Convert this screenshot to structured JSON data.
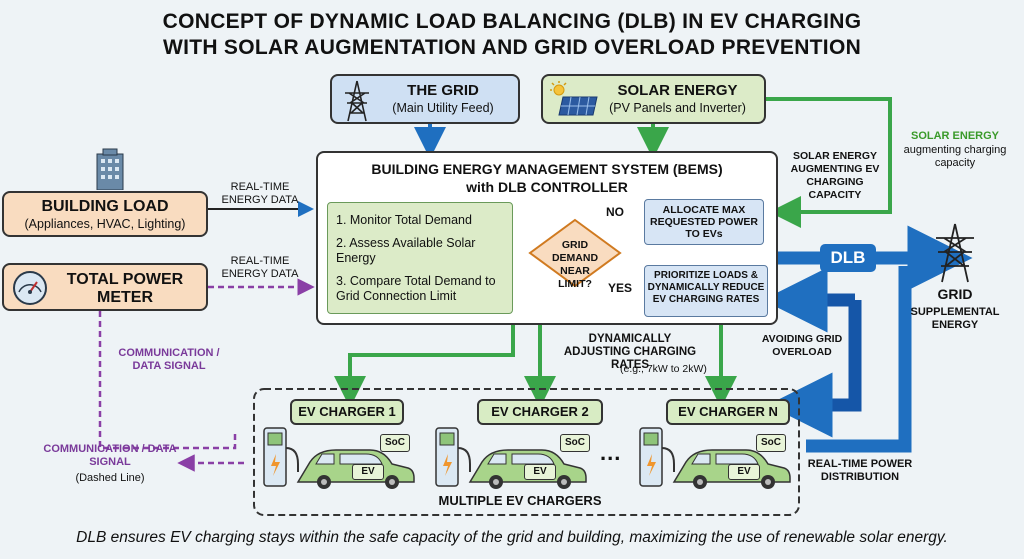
{
  "title_line1": "CONCEPT OF DYNAMIC LOAD BALANCING (DLB) IN EV CHARGING",
  "title_line2": "WITH SOLAR AUGMENTATION AND GRID OVERLOAD PREVENTION",
  "grid_box": {
    "title": "THE GRID",
    "subtitle": "(Main Utility Feed)"
  },
  "solar_box": {
    "title": "SOLAR ENERGY",
    "subtitle": "(PV Panels and Inverter)"
  },
  "bems": {
    "title_line1": "BUILDING ENERGY MANAGEMENT SYSTEM (BEMS)",
    "title_line2": "with DLB CONTROLLER",
    "steps": [
      "1. Monitor Total Demand",
      "2. Assess Available Solar Energy",
      "3. Compare Total Demand to Grid Connection Limit"
    ],
    "decision": "GRID DEMAND NEAR LIMIT?",
    "no_label": "NO",
    "yes_label": "YES",
    "no_action": "ALLOCATE MAX REQUESTED POWER TO EVs",
    "yes_action": "PRIORITIZE LOADS & DYNAMICALLY REDUCE EV CHARGING RATES"
  },
  "building_load": {
    "title": "BUILDING LOAD",
    "subtitle": "(Appliances, HVAC, Lighting)"
  },
  "meter": {
    "title_line1": "TOTAL POWER",
    "title_line2": "METER"
  },
  "labels": {
    "rt_data1": "REAL-TIME ENERGY DATA",
    "rt_data2": "REAL-TIME ENERGY DATA",
    "comm_signal": "COMMUNICATION / DATA SIGNAL",
    "solar_aug_right": "SOLAR ENERGY AUGMENTING EV CHARGING CAPACITY",
    "solar_energy_green": "SOLAR ENERGY",
    "solar_aug_sub": "augmenting charging capacity",
    "dlb": "DLB",
    "grid_right_title": "GRID",
    "grid_right_sub": "SUPPLEMENTAL ENERGY",
    "avoiding": "AVOIDING GRID OVERLOAD",
    "dyn_adjust": "DYNAMICALLY ADJUSTING CHARGING RATES",
    "dyn_adjust_eg": "(e.g., 7kW to 2kW)",
    "rt_power": "REAL-TIME POWER DISTRIBUTION",
    "legend_comm": "COMMUNICATION / DATA SIGNAL",
    "legend_dashed": "(Dashed Line)",
    "multiple": "MULTIPLE EV CHARGERS",
    "ellipsis": "..."
  },
  "chargers": [
    {
      "title": "EV CHARGER 1",
      "soc": "SoC",
      "ev": "EV"
    },
    {
      "title": "EV CHARGER 2",
      "soc": "SoC",
      "ev": "EV"
    },
    {
      "title": "EV CHARGER N",
      "soc": "SoC",
      "ev": "EV"
    }
  ],
  "footer": "DLB ensures EV charging stays within the safe capacity of the grid and building, maximizing the use of renewable solar energy.",
  "colors": {
    "blue": "#1f6fc0",
    "green": "#3aa64a",
    "orange": "#f0962e",
    "purple": "#8a3fa6",
    "grid_fill": "#cfe0f3",
    "solar_fill": "#dcebc8",
    "load_fill": "#f9dcc0"
  }
}
